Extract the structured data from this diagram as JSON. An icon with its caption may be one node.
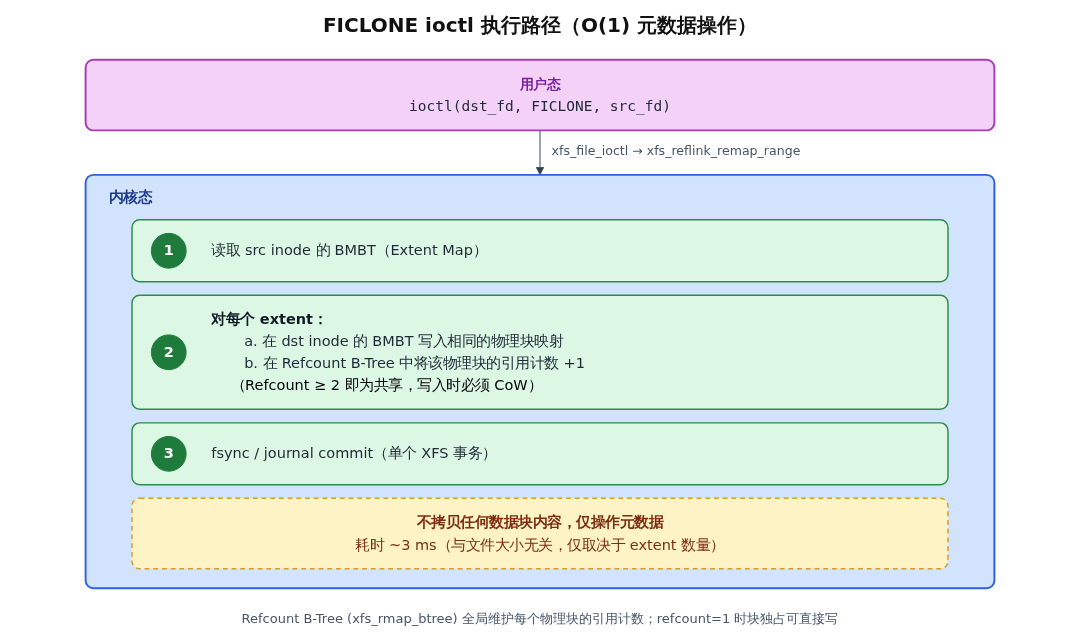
{
  "diagram": {
    "title": "FICLONE ioctl 执行路径（O(1) 元数据操作）",
    "nodes": [
      {
        "text": [
          "用户态",
          "ioctl(dst_fd, FICLONE, src_fd)"
        ]
      },
      {
        "text": [
          "内核态"
        ]
      },
      {
        "text": [
          "读取 src inode 的 BMBT（Extent Map）"
        ],
        "in": 1
      },
      {
        "text": [
          "1"
        ],
        "in": 2
      },
      {
        "text": [
          "对每个 extent：",
          "a. 在 dst inode 的 BMBT 写入相同的物理块映射",
          "b. 在 Refcount B-Tree 中将该物理块的引用计数 +1",
          "（Refcount ≥ 2 即为共享，写入时必须 CoW）"
        ],
        "in": 1
      },
      {
        "text": [
          "2"
        ],
        "in": 4
      },
      {
        "text": [
          "fsync / journal commit（单个 XFS 事务）"
        ],
        "in": 1
      },
      {
        "text": [
          "3"
        ],
        "in": 6
      },
      {
        "text": [
          "不拷贝任何数据块内容，仅操作元数据",
          "耗时 ~3 ms（与文件大小无关，仅取决于 extent 数量）"
        ],
        "in": 1
      }
    ],
    "edges": [
      {
        "from": 0,
        "to": 1,
        "arrow": "to",
        "label": "xfs_file_ioctl → xfs_reflink_remap_range"
      }
    ],
    "caption": "Refcount B-Tree (xfs_rmap_btree) 全局维护每个物理块的引用计数；refcount=1 时块独占可直接写"
  }
}
